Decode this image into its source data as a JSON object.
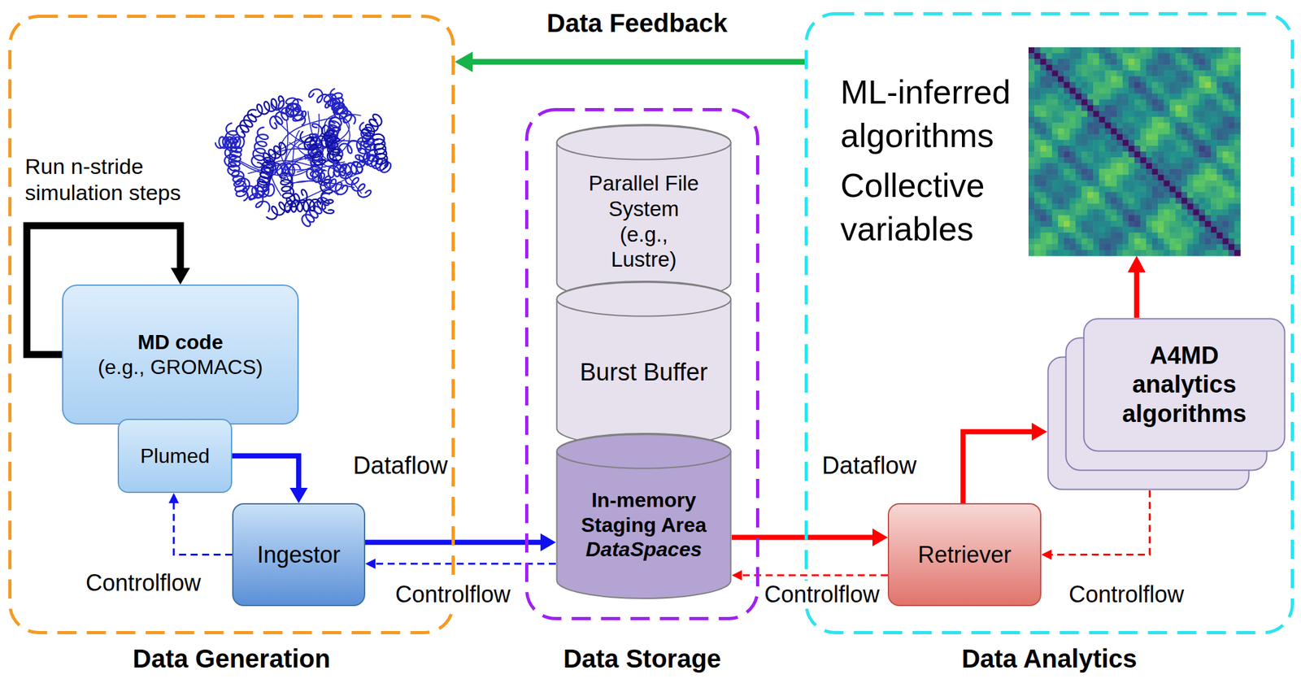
{
  "diagram": {
    "nodes": [
      {
        "text": [
          "Data Generation"
        ]
      },
      {
        "text": [
          "MD code",
          "(e.g., GROMACS)"
        ],
        "in": 0
      },
      {
        "text": [
          "Plumed"
        ],
        "in": 0
      },
      {
        "text": [
          "Ingestor"
        ],
        "in": 0
      },
      {
        "text": [
          "Data Storage"
        ]
      },
      {
        "text": [
          "Parallel File System (e.g., Lustre)"
        ],
        "in": 4
      },
      {
        "text": [
          "Burst Buffer"
        ],
        "in": 4
      },
      {
        "text": [
          "In-memory Staging Area",
          "DataSpaces"
        ],
        "in": 4
      },
      {
        "text": [
          "Data Analytics"
        ]
      },
      {
        "text": [
          "Retriever"
        ],
        "in": 8
      },
      {
        "text": [
          "A4MD analytics algorithms"
        ],
        "in": 8
      }
    ],
    "edges": [
      {
        "from": 1,
        "to": 1,
        "label": "Run n-stride simulation steps",
        "arrow": "to"
      },
      {
        "from": 2,
        "to": 3,
        "arrow": "to"
      },
      {
        "from": 3,
        "to": 2,
        "arrow": "to"
      },
      {
        "from": 3,
        "to": 7,
        "arrow": "to"
      },
      {
        "from": 7,
        "to": 3,
        "arrow": "to"
      },
      {
        "from": 7,
        "to": 9,
        "arrow": "to"
      },
      {
        "from": 9,
        "to": 7,
        "arrow": "to"
      },
      {
        "from": 9,
        "to": 10,
        "arrow": "to"
      },
      {
        "from": 10,
        "to": 9,
        "arrow": "to"
      },
      {
        "from": 8,
        "to": 0,
        "label": "Data Feedback",
        "arrow": "to"
      }
    ],
    "labels": [
      "ML-inferred algorithms",
      "Collective variables",
      "Dataflow",
      "Dataflow",
      "Controlflow",
      "Controlflow",
      "Controlflow",
      "Controlflow"
    ]
  }
}
